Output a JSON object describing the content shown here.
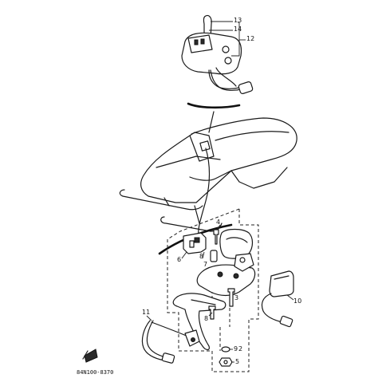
{
  "diagram": {
    "callouts": [
      {
        "id": "13",
        "label": "13"
      },
      {
        "id": "14",
        "label": "14"
      },
      {
        "id": "12",
        "label": "12"
      },
      {
        "id": "4",
        "label": "4"
      },
      {
        "id": "6",
        "label": "6"
      },
      {
        "id": "8a",
        "label": "8"
      },
      {
        "id": "7",
        "label": "7"
      },
      {
        "id": "3",
        "label": "3"
      },
      {
        "id": "10",
        "label": "10"
      },
      {
        "id": "11",
        "label": "11"
      },
      {
        "id": "8b",
        "label": "8"
      },
      {
        "id": "9",
        "label": "9"
      },
      {
        "id": "2",
        "label": "2"
      },
      {
        "id": "5",
        "label": "5"
      }
    ],
    "drawing_code": "84N100-8370"
  }
}
